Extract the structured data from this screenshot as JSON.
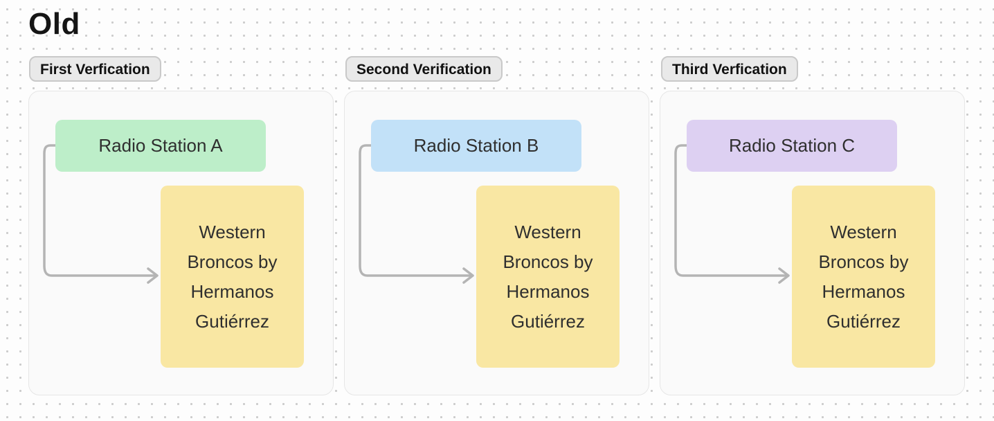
{
  "canvas": {
    "title": "Old"
  },
  "colors": {
    "page_bg": "#fdfdfd",
    "grid_dot": "#cccccc",
    "panel_bg": "#fafafa",
    "panel_border": "#e6e6e6",
    "pill_bg": "#e9e9e9",
    "pill_border": "#c9c9c9",
    "song_bg": "#f9e7a3",
    "arrow": "#b4b4b4",
    "text": "#2f2f2f"
  },
  "sections": [
    {
      "label": "First Verfication",
      "station": "Radio Station A",
      "station_bg": "#bdeec9",
      "song": "Western Broncos by Hermanos Gutiérrez"
    },
    {
      "label": "Second Verification",
      "station": "Radio Station B",
      "station_bg": "#c2e1f8",
      "song": "Western Broncos by Hermanos Gutiérrez"
    },
    {
      "label": "Third Verfication",
      "station": "Radio Station C",
      "station_bg": "#ddd0f2",
      "song": "Western Broncos by Hermanos Gutiérrez"
    }
  ]
}
